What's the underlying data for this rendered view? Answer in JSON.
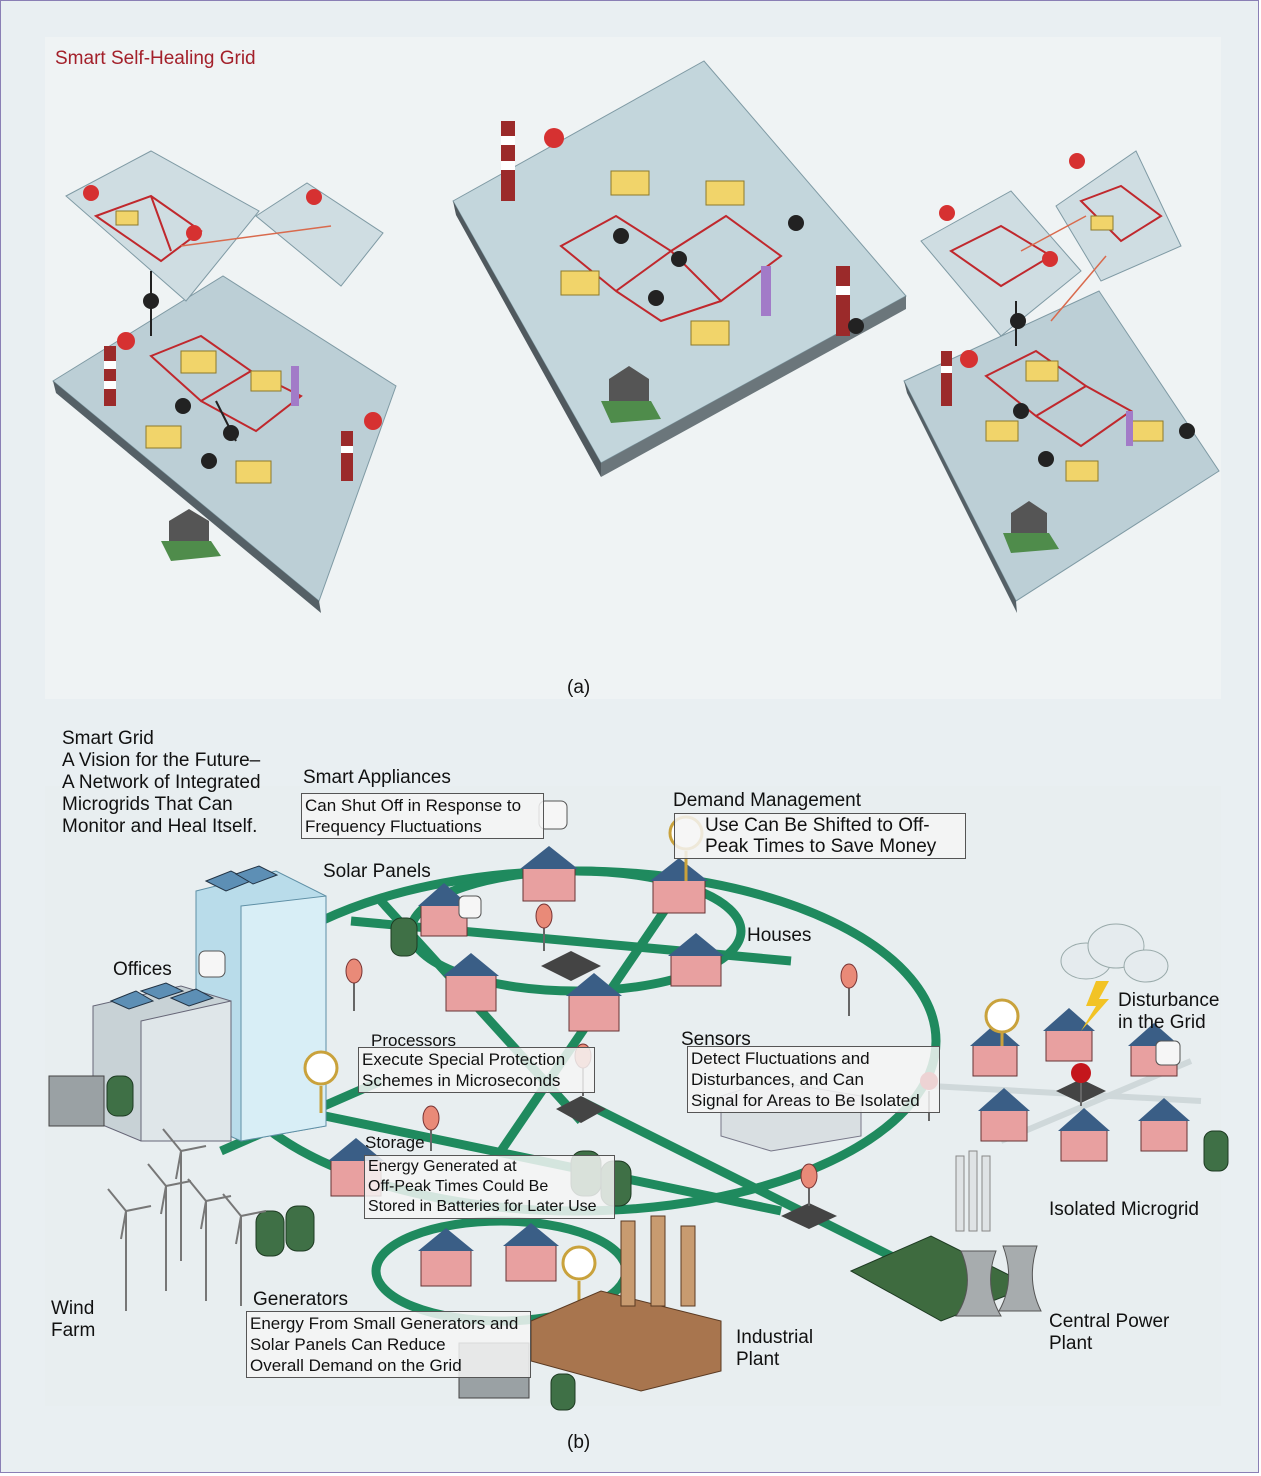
{
  "panel_a": {
    "title": "Smart Self-Healing Grid",
    "caption": "(a)"
  },
  "panel_b": {
    "heading": "Smart Grid\nA Vision for the Future–\nA Network of Integrated\nMicrogrids That Can\nMonitor and Heal Itself.",
    "caption": "(b)",
    "labels": {
      "smart_appliances": "Smart Appliances",
      "smart_appliances_desc": "Can Shut Off in Response to\nFrequency Fluctuations",
      "demand_management": "Demand Management",
      "demand_management_desc": "Use Can Be Shifted to Off-\nPeak Times to Save Money",
      "solar_panels": "Solar Panels",
      "houses": "Houses",
      "offices": "Offices",
      "disturbance": "Disturbance\nin the Grid",
      "processors": "Processors",
      "processors_desc": "Execute Special Protection\nSchemes in Microseconds",
      "sensors": "Sensors",
      "sensors_desc": "Detect Fluctuations and\nDisturbances, and Can\nSignal for Areas to Be Isolated",
      "storage": "Storage",
      "storage_desc": "Energy Generated at\nOff-Peak Times Could Be\nStored in Batteries for Later Use",
      "isolated_microgrid": "Isolated Microgrid",
      "wind_farm": "Wind\nFarm",
      "generators": "Generators",
      "generators_desc": "Energy From Small Generators and\nSolar Panels Can Reduce\nOverall Demand on the Grid",
      "industrial_plant": "Industrial\nPlant",
      "central_power_plant": "Central Power\nPlant"
    }
  },
  "colors": {
    "grid_line": "#1f8a5e",
    "title_red": "#a3202a",
    "platform": "#b9ccd3",
    "house_wall": "#e8a0a0",
    "house_roof": "#6a2b2b"
  }
}
